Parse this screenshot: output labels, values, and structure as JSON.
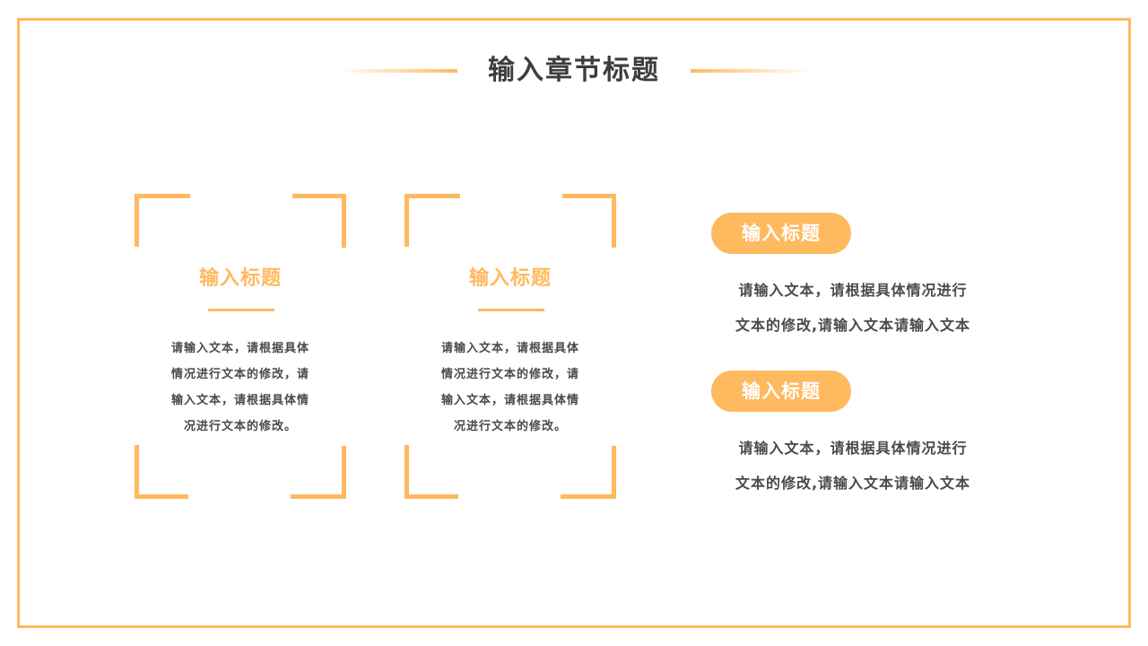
{
  "slide": {
    "title": "输入章节标题",
    "accent_color": "#FFB95F",
    "text_color": "#4a4a4a"
  },
  "cards": [
    {
      "title": "输入标题",
      "lines": [
        "请输入文本，请根据具体",
        "情况进行文本的修改，请",
        "输入文本，请根据具体情",
        "况进行文本的修改。"
      ]
    },
    {
      "title": "输入标题",
      "lines": [
        "请输入文本，请根据具体",
        "情况进行文本的修改，请",
        "输入文本，请根据具体情",
        "况进行文本的修改。"
      ]
    }
  ],
  "items": [
    {
      "pill": "输入标题",
      "lines": [
        "请输入文本，请根据具体情况进行",
        "文本的修改,请输入文本请输入文本"
      ]
    },
    {
      "pill": "输入标题",
      "lines": [
        "请输入文本，请根据具体情况进行",
        "文本的修改,请输入文本请输入文本"
      ]
    }
  ]
}
